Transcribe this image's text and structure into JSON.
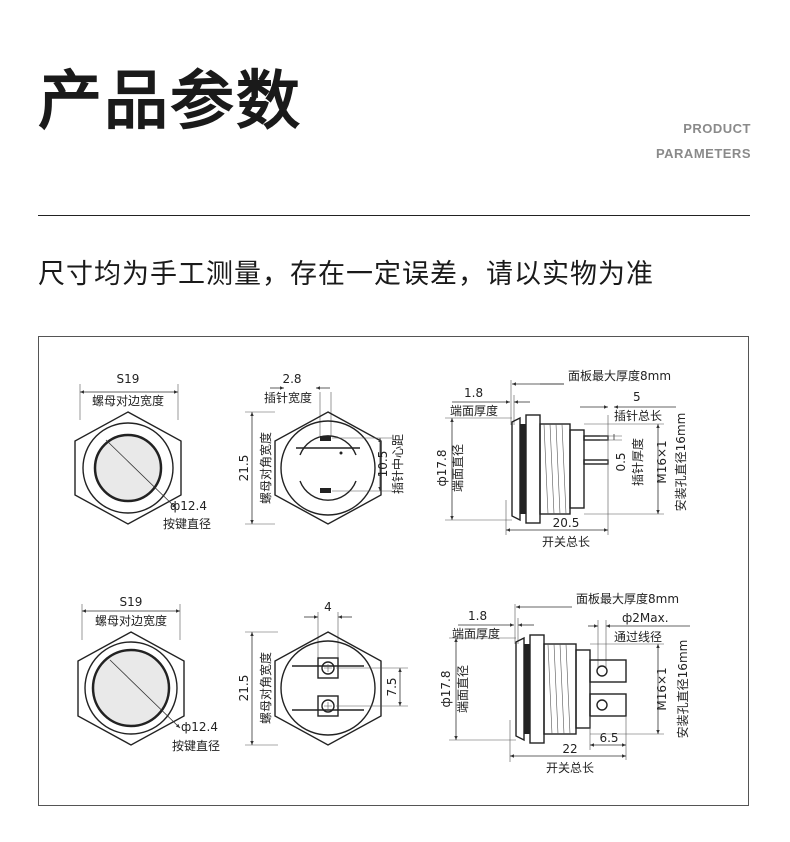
{
  "header": {
    "title": "产品参数",
    "subtitle_line1": "PRODUCT",
    "subtitle_line2": "PARAMETERS"
  },
  "note": "尺寸均为手工测量，存在一定误差，请以实物为准",
  "diagram_top": {
    "front": {
      "nut_size": "S19",
      "nut_label": "螺母对边宽度",
      "button_dia": "ф12.4",
      "button_label": "按键直径"
    },
    "back": {
      "pin_width": "2.8",
      "pin_width_label": "插针宽度",
      "nut_diag": "21.5",
      "nut_diag_label": "螺母对角宽度",
      "pin_center": "10.5",
      "pin_center_label": "插针中心距"
    },
    "side": {
      "panel_max": "面板最大厚度8mm",
      "face_thick": "1.8",
      "face_thick_label": "端面厚度",
      "pin_len": "5",
      "pin_len_label": "插针总长",
      "face_dia": "ф17.8",
      "face_dia_label": "端面直径",
      "pin_thick": "0.5",
      "pin_thick_label": "插针厚度",
      "thread": "M16×1",
      "hole_label": "安装孔直径16mm",
      "total": "20.5",
      "total_label": "开关总长"
    }
  },
  "diagram_bottom": {
    "front": {
      "nut_size": "S19",
      "nut_label": "螺母对边宽度",
      "button_dia": "ф12.4",
      "button_label": "按键直径"
    },
    "back": {
      "terminal_width": "4",
      "nut_diag": "21.5",
      "nut_diag_label": "螺母对角宽度",
      "terminal_pitch": "7.5"
    },
    "side": {
      "panel_max": "面板最大厚度8mm",
      "face_thick": "1.8",
      "face_thick_label": "端面厚度",
      "wire_dia": "ф2Max.",
      "wire_label": "通过线径",
      "face_dia": "ф17.8",
      "face_dia_label": "端面直径",
      "thread": "M16×1",
      "hole_label": "安装孔直径16mm",
      "total": "22",
      "terminal_len": "6.5",
      "total_label": "开关总长"
    }
  }
}
